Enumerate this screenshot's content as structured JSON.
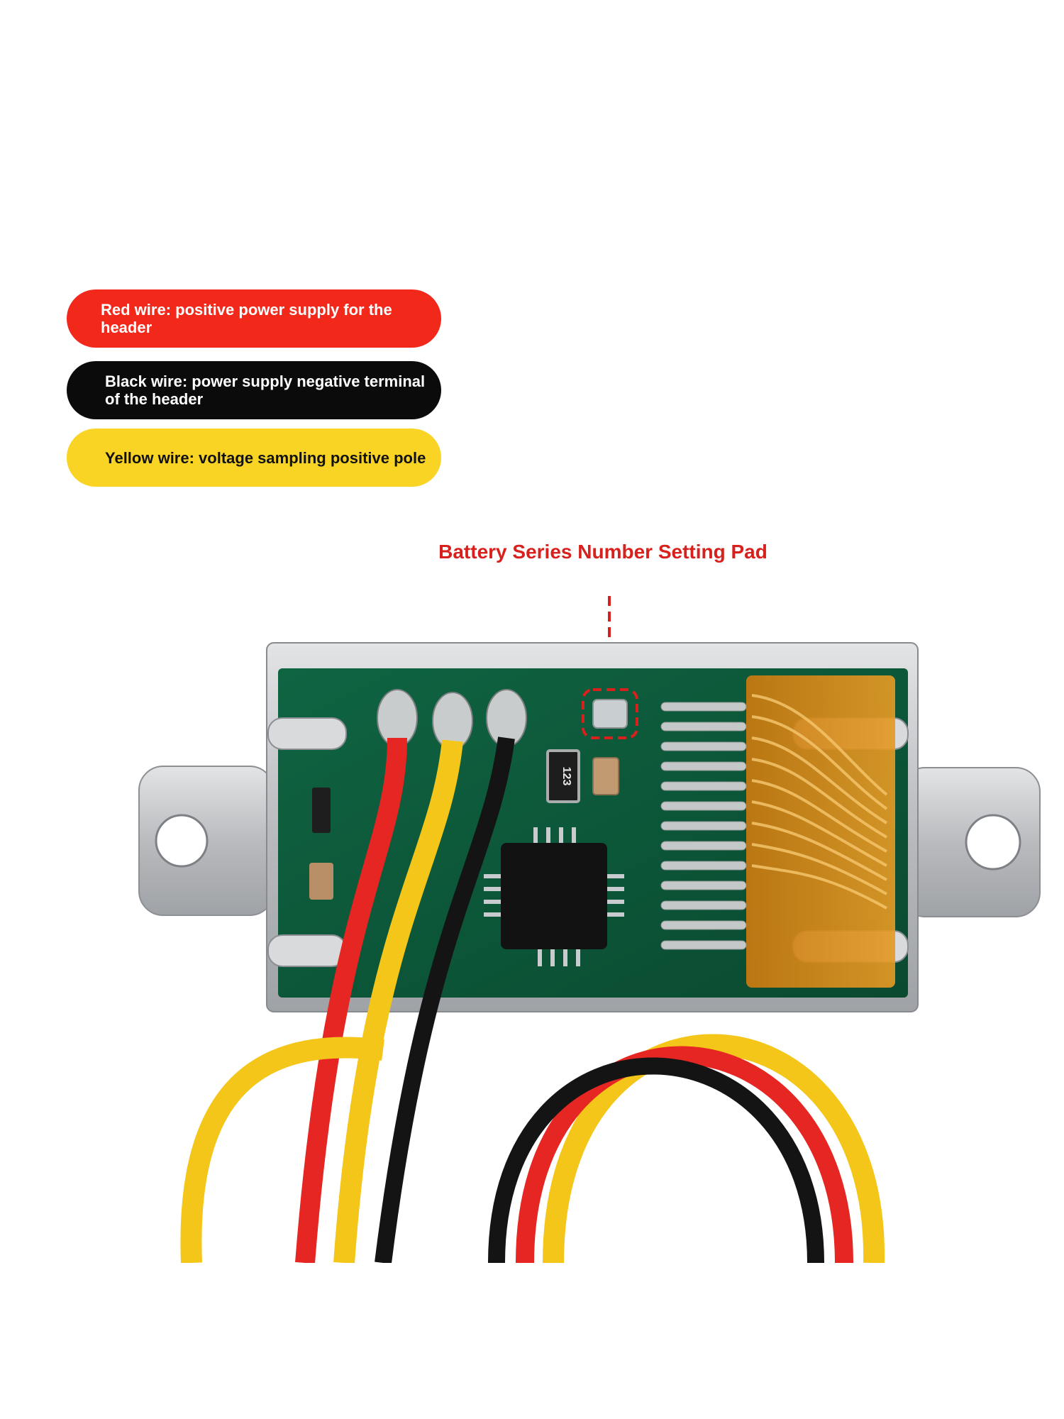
{
  "legend": {
    "red": "Red wire: positive power supply for the header",
    "black": "Black wire: power supply negative terminal of the header",
    "yellow": "Yellow wire: voltage sampling positive pole"
  },
  "callout": {
    "title": "Battery Series Number Setting Pad"
  },
  "board": {
    "resistor_code": "123"
  },
  "colors": {
    "red_wire": "#e52622",
    "black_wire": "#141414",
    "yellow_wire": "#f4c61a",
    "pcb": "#0d5a3a",
    "callout": "#d8201c",
    "flex_cable": "#d98a16"
  }
}
